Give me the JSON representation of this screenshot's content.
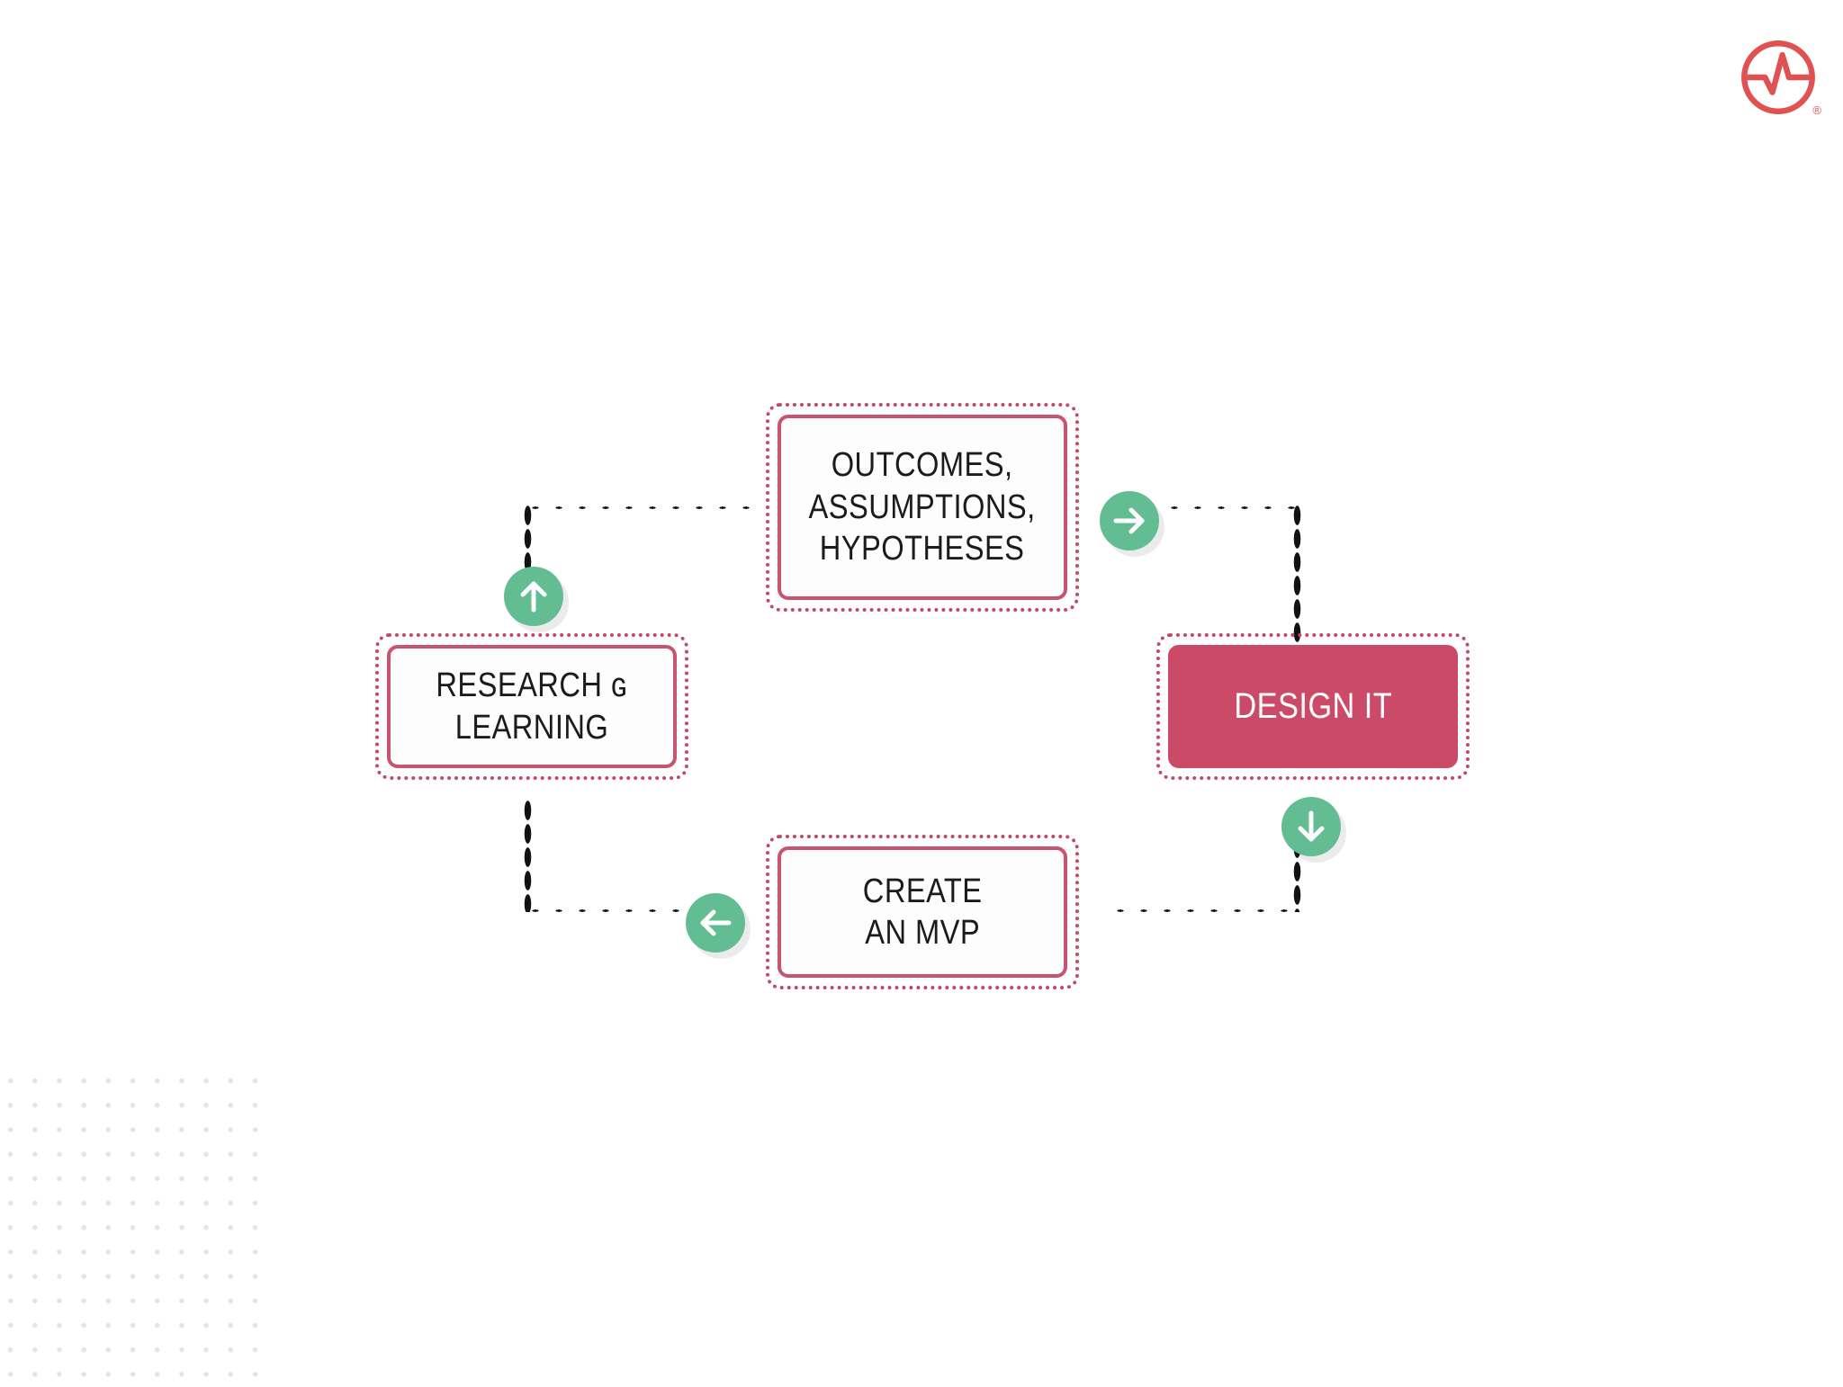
{
  "page": {
    "background_color": "#ffffff",
    "accent_crimson": "#cb4a68",
    "accent_border": "#c9546f",
    "accent_green": "#63bd92",
    "dot_grid_color": "#e2e5e7",
    "connector_color": "#121212"
  },
  "logo": {
    "name": "pulse-circle-logo",
    "color": "#e05252",
    "registered_mark": "®"
  },
  "diagram": {
    "type": "cycle",
    "title": "",
    "nodes": [
      {
        "id": "outcomes",
        "label": "OUTCOMES,\nASSUMPTIONS,\nHYPOTHESES",
        "state": "default",
        "position": "top"
      },
      {
        "id": "design",
        "label": "DESIGN IT",
        "state": "active",
        "position": "right"
      },
      {
        "id": "mvp",
        "label": "CREATE\nAN MVP",
        "state": "default",
        "position": "bottom"
      },
      {
        "id": "research",
        "label": "RESEARCH ɢ\nLEARNING",
        "state": "default",
        "position": "left"
      }
    ],
    "connectors": [
      {
        "id": "outcomes-to-design",
        "from": "outcomes",
        "to": "design",
        "arrow": "right-arrow-icon"
      },
      {
        "id": "design-to-mvp",
        "from": "design",
        "to": "mvp",
        "arrow": "down-arrow-icon"
      },
      {
        "id": "mvp-to-research",
        "from": "mvp",
        "to": "research",
        "arrow": "left-arrow-icon"
      },
      {
        "id": "research-to-outcomes",
        "from": "research",
        "to": "outcomes",
        "arrow": "up-arrow-icon"
      }
    ]
  }
}
